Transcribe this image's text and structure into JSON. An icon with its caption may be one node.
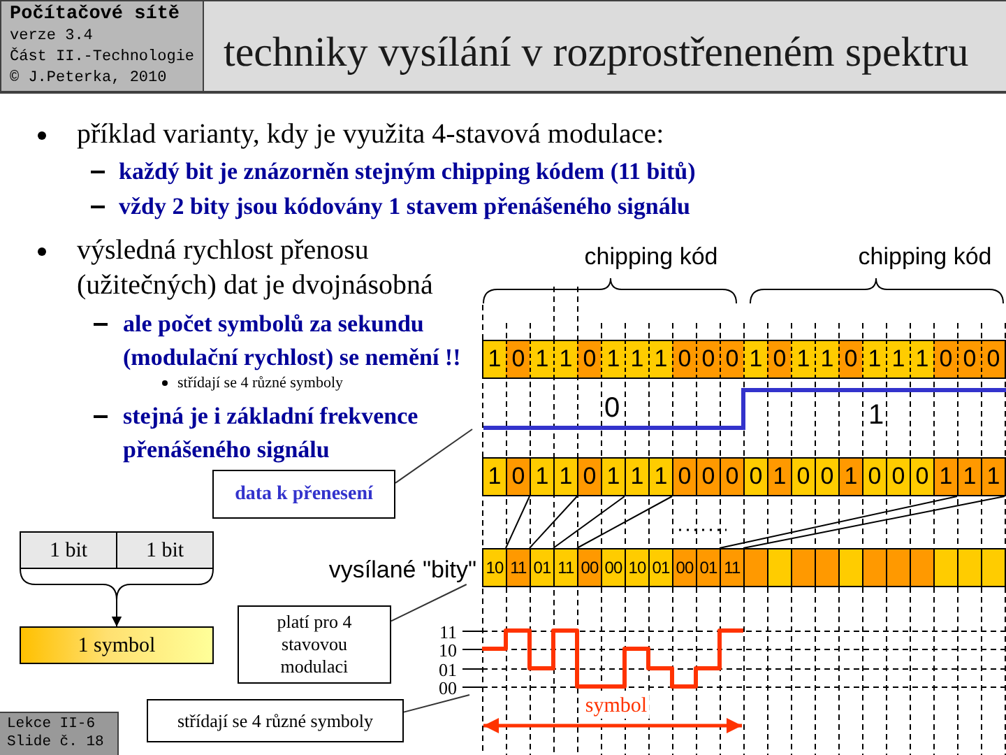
{
  "diagram": {
    "title": "techniky vysílání v rozprostřeneném spektru",
    "nodes": [
      {
        "text": [
          "Počítačové sítě",
          "verze 3.4",
          "Část II.-Technologie",
          "© J.Peterka, 2010"
        ]
      },
      {
        "text": [
          "data k přenesení"
        ]
      },
      {
        "text": [
          "1 bit"
        ]
      },
      {
        "text": [
          "1 bit"
        ]
      },
      {
        "text": [
          "vysílané \"bity\""
        ]
      },
      {
        "text": [
          "platí pro 4 stavovou modulaci"
        ]
      },
      {
        "text": [
          "1 symbol"
        ]
      },
      {
        "text": [
          "střídají se 4 různé symboly"
        ]
      },
      {
        "text": [
          "Lekce II-6",
          "Slide č. 18"
        ]
      }
    ],
    "edges": [
      {
        "from": 2,
        "to": 6,
        "arrow": "to"
      },
      {
        "from": 3,
        "to": 6,
        "arrow": "to"
      },
      {
        "from": 1,
        "to": null,
        "arrow": "none"
      },
      {
        "from": 5,
        "to": 4,
        "arrow": "none"
      },
      {
        "from": 7,
        "to": null,
        "arrow": "none"
      }
    ],
    "labels": [
      "příklad varianty, kdy je využita 4-stavová modulace:",
      "každý bit je znázorněn stejným chipping kódem (11 bitů)",
      "vždy 2 bity jsou kódovány 1 stavem přenášeného signálu",
      "výsledná rychlost přenosu (užitečných) dat je dvojnásobná",
      "chipping kód",
      "chipping kód",
      "ale počet symbolů za sekundu (modulační rychlost) se nemění !!",
      "1",
      "0",
      "1",
      "1",
      "0",
      "1",
      "1",
      "1",
      "0",
      "0",
      "0",
      "1",
      "0",
      "1",
      "1",
      "0",
      "1",
      "1",
      "1",
      "0",
      "0",
      "0",
      "střídají se 4 různé symboly",
      "0",
      "1",
      "stejná je i základní frekvence přenášeného signálu",
      "1",
      "0",
      "1",
      "1",
      "0",
      "1",
      "1",
      "1",
      "0",
      "0",
      "0",
      "0",
      "1",
      "0",
      "0",
      "1",
      "0",
      "0",
      "0",
      "1",
      "1",
      "1",
      "10",
      "11",
      "01",
      "11",
      "00",
      "00",
      "10",
      "01",
      "00",
      "01",
      "11",
      "11",
      "10",
      "01",
      "00",
      "symbol"
    ]
  }
}
